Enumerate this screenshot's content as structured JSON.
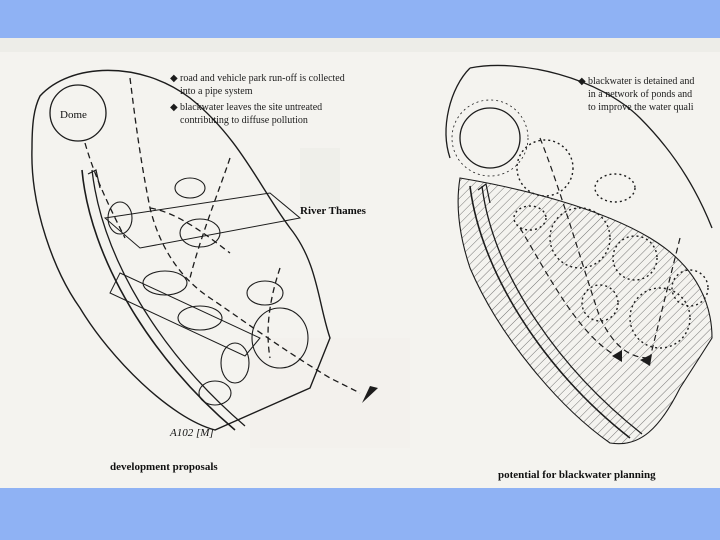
{
  "left_panel": {
    "dome_label": "Dome",
    "notes": [
      "road and vehicle park run-off is collected",
      "into a pipe system",
      "blackwater leaves the site untreated",
      "contributing to diffuse pollution"
    ],
    "road_label": "A102 [M]",
    "caption": "development proposals"
  },
  "river_label": "River Thames",
  "right_panel": {
    "notes": [
      "blackwater is detained and",
      "in a network of ponds and",
      "to improve the water quali"
    ],
    "caption": "potential for blackwater planning"
  },
  "colors": {
    "frame": "#8fb2f4",
    "paper": "#f4f3ef",
    "ink": "#1c1c1c"
  }
}
